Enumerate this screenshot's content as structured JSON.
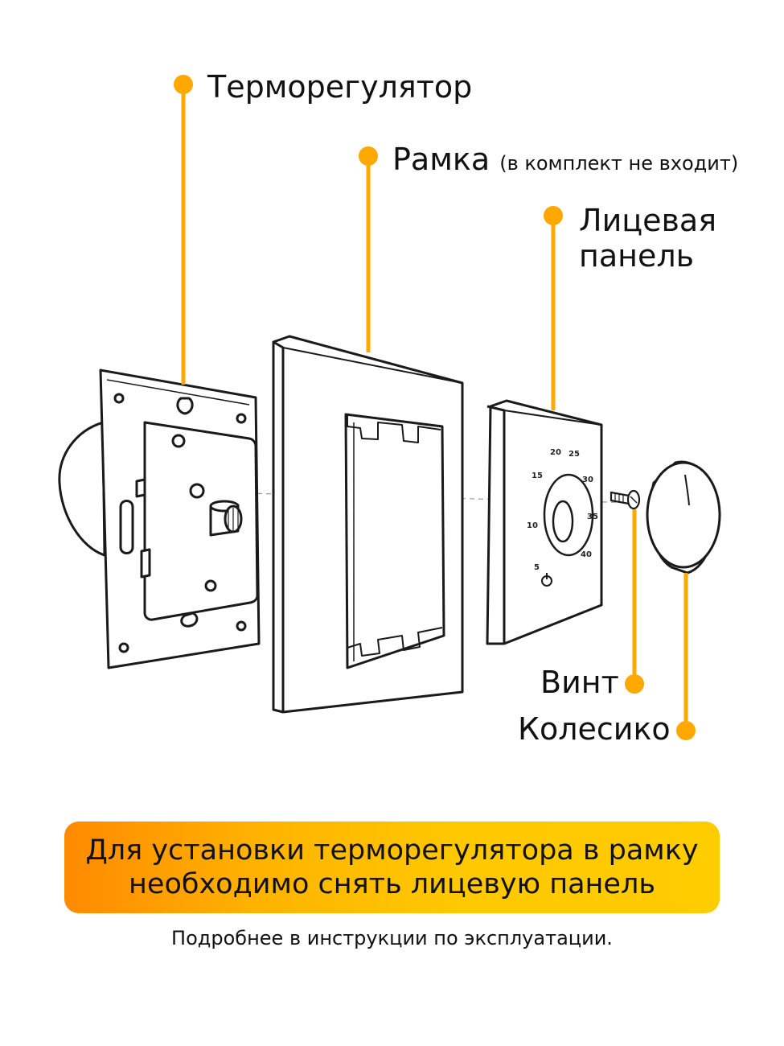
{
  "labels": {
    "thermostat": "Терморегулятор",
    "frame": "Рамка",
    "frame_note": "(в комплект не входит)",
    "face_panel_line1": "Лицевая",
    "face_panel_line2": "панель",
    "screw": "Винт",
    "wheel": "Колесико"
  },
  "dial_scale": [
    "5",
    "10",
    "15",
    "20",
    "25",
    "30",
    "35",
    "40"
  ],
  "banner": {
    "line1": "Для установки терморегулятора в рамку",
    "line2": "необходимо снять лицевую панель"
  },
  "footnote": "Подробнее в инструкции по эксплуатации.",
  "colors": {
    "accent": "#ffa800",
    "banner_start": "#ff8a00",
    "banner_end": "#ffcc00",
    "outline": "#1a1a1a"
  }
}
